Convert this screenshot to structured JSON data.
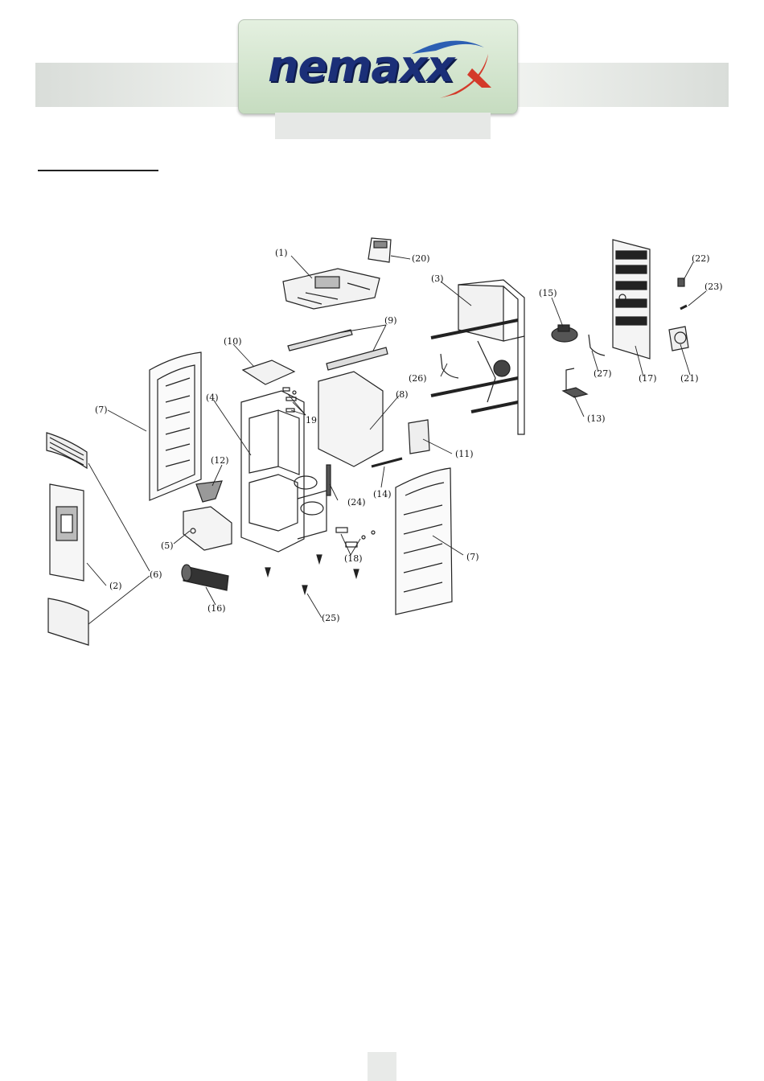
{
  "brand": {
    "logo_text": "nemaxx",
    "colors": {
      "logo_blue": "#1b2f78",
      "swoosh_red": "#d43a2a",
      "swoosh_blue": "#2c5fb3"
    }
  },
  "diagram": {
    "labels": {
      "p1": "(1)",
      "p2": "(2)",
      "p3": "(3)",
      "p4": "(4)",
      "p5": "(5)",
      "p6": "(6)",
      "p7a": "(7)",
      "p7b": "(7)",
      "p8": "(8)",
      "p9": "(9)",
      "p10": "(10)",
      "p11": "(11)",
      "p12": "(12)",
      "p13": "(13)",
      "p14": "(14)",
      "p15": "(15)",
      "p16": "(16)",
      "p17": "(17)",
      "p18": "(18)",
      "p19": "19",
      "p20": "(20)",
      "p21": "(21)",
      "p22": "(22)",
      "p23": "(23)",
      "p24": "(24)",
      "p25": "(25)",
      "p26": "(26)",
      "p27": "(27)"
    }
  }
}
